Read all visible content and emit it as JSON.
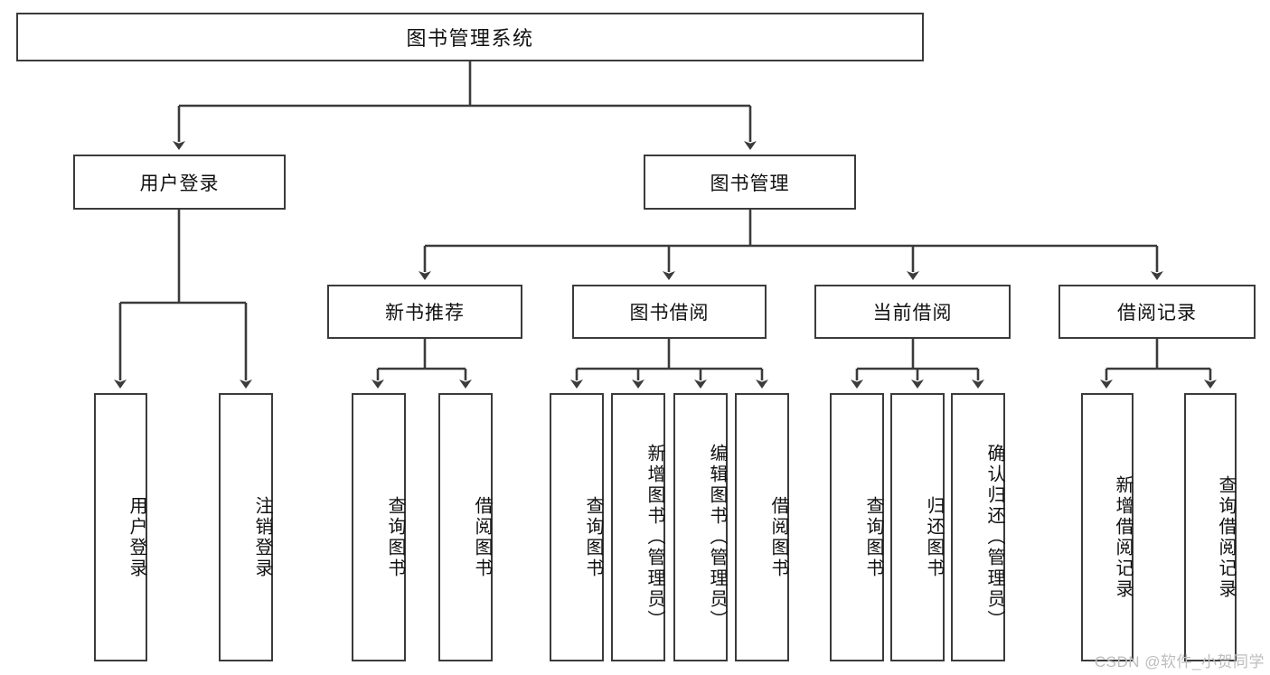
{
  "diagram": {
    "title": "图书管理系统",
    "type": "tree-hierarchy-chart",
    "colors": {
      "stroke": "#3b3b3b",
      "fill": "#ffffff",
      "text": "#111111",
      "watermark": "#bdbdbd"
    },
    "root": {
      "label": "图书管理系统"
    },
    "level1": [
      {
        "label": "用户登录"
      },
      {
        "label": "图书管理"
      }
    ],
    "level2": [
      {
        "label": "新书推荐"
      },
      {
        "label": "图书借阅"
      },
      {
        "label": "当前借阅"
      },
      {
        "label": "借阅记录"
      }
    ],
    "leaves": {
      "user_login": [
        {
          "label": "用户登录"
        },
        {
          "label": "注销登录"
        }
      ],
      "new_book_recommend": [
        {
          "label": "查询图书"
        },
        {
          "label": "借阅图书"
        }
      ],
      "book_borrow": [
        {
          "label": "查询图书"
        },
        {
          "label": "新增图书（管理员）"
        },
        {
          "label": "编辑图书（管理员）"
        },
        {
          "label": "借阅图书"
        }
      ],
      "current_borrow": [
        {
          "label": "查询图书"
        },
        {
          "label": "归还图书"
        },
        {
          "label": "确认归还（管理员）"
        }
      ],
      "borrow_record": [
        {
          "label": "新增借阅记录"
        },
        {
          "label": "查询借阅记录"
        }
      ]
    }
  },
  "watermark": {
    "text": "CSDN @软件_小贺同学"
  }
}
